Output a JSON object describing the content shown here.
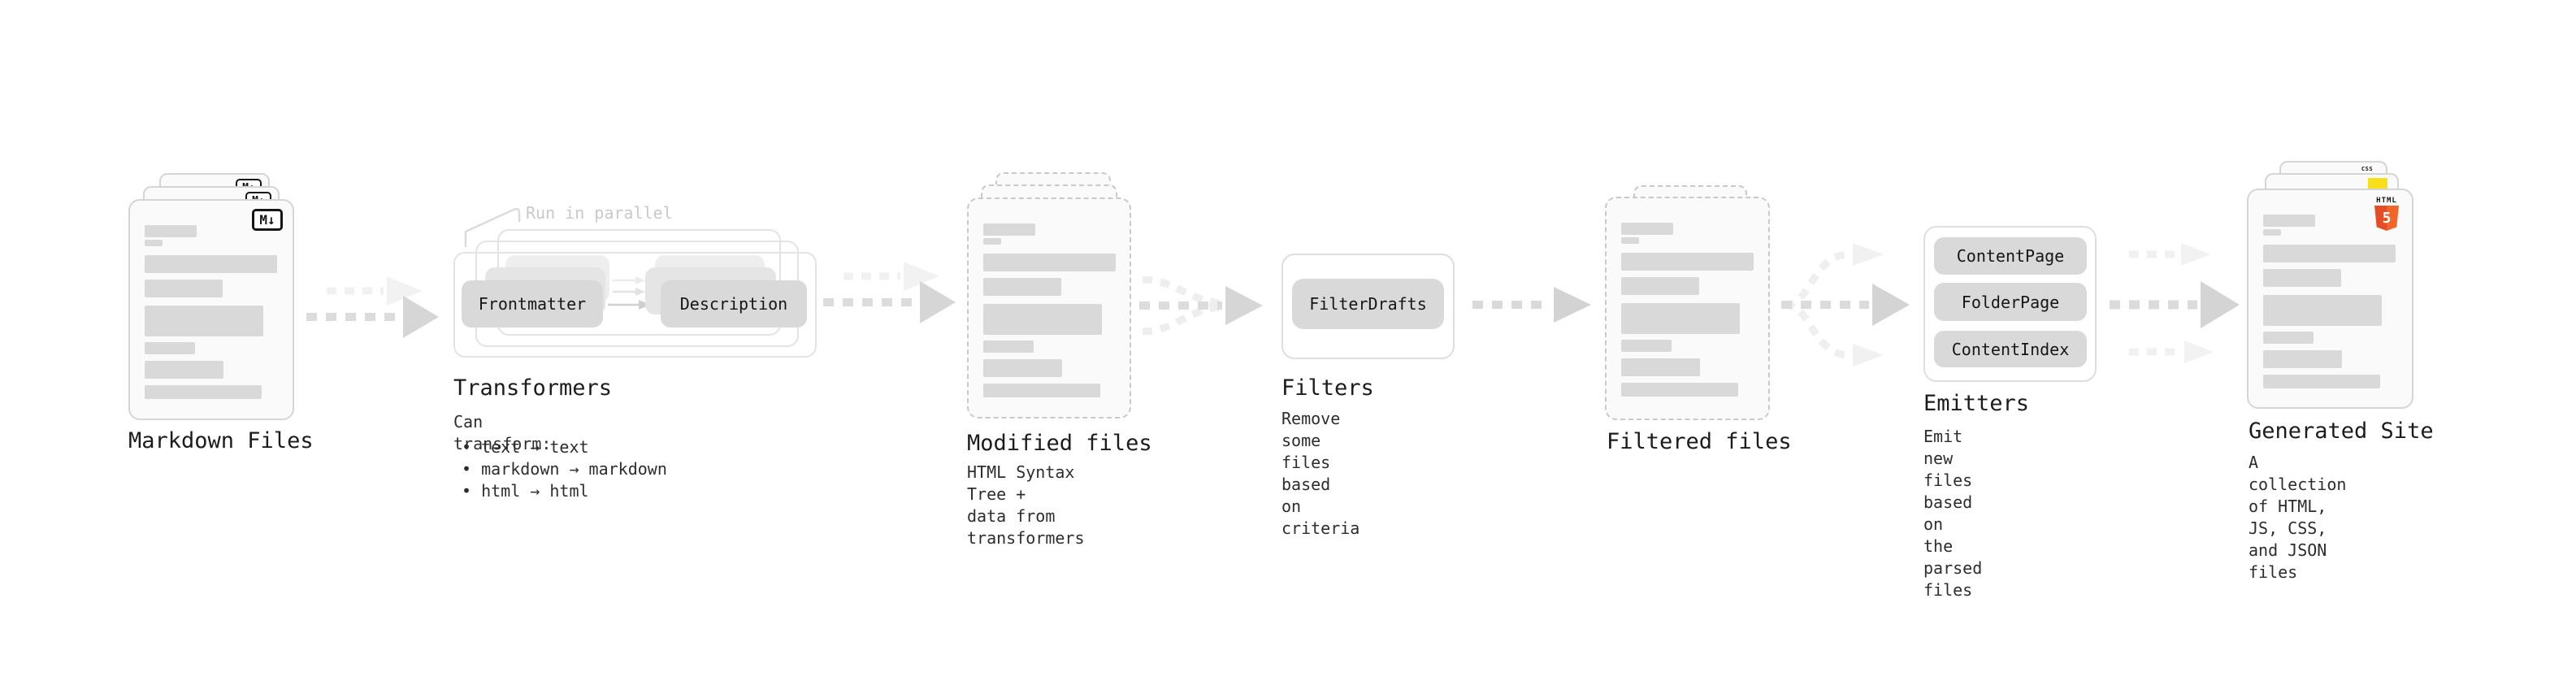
{
  "nodes": {
    "markdown_files": {
      "title": "Markdown Files",
      "file_icon": "M↓"
    },
    "transformers": {
      "note": "Run in parallel",
      "steps": [
        "Frontmatter",
        "Description"
      ],
      "title": "Transformers",
      "description_heading": "Can transform:",
      "bullets": [
        "• text → text",
        "• markdown → markdown",
        "• html → html"
      ]
    },
    "modified_files": {
      "title": "Modified files",
      "subtitle": "HTML Syntax Tree +\ndata from transformers"
    },
    "filters": {
      "pill": "FilterDrafts",
      "title": "Filters",
      "subtitle": "Remove some files based\non criteria"
    },
    "filtered_files": {
      "title": "Filtered files"
    },
    "emitters": {
      "pills": [
        "ContentPage",
        "FolderPage",
        "ContentIndex"
      ],
      "title": "Emitters",
      "subtitle": "Emit new files based on\nthe parsed files"
    },
    "generated_site": {
      "title": "Generated Site",
      "subtitle": "A collection of HTML,\nJS, CSS, and JSON files",
      "html_icon_word": "HTML",
      "html_icon_digit": "5",
      "css_icon_word": "CSS"
    }
  },
  "colors": {
    "html5_orange": "#E44D26",
    "html5_orange_light": "#F16529",
    "js_yellow": "#F7DF1E",
    "css_blue": "#2962FF",
    "skeleton_gray": "#d9d9d9",
    "arrow_gray": "#d6d6d6",
    "note_gray": "#c9c9c9"
  }
}
